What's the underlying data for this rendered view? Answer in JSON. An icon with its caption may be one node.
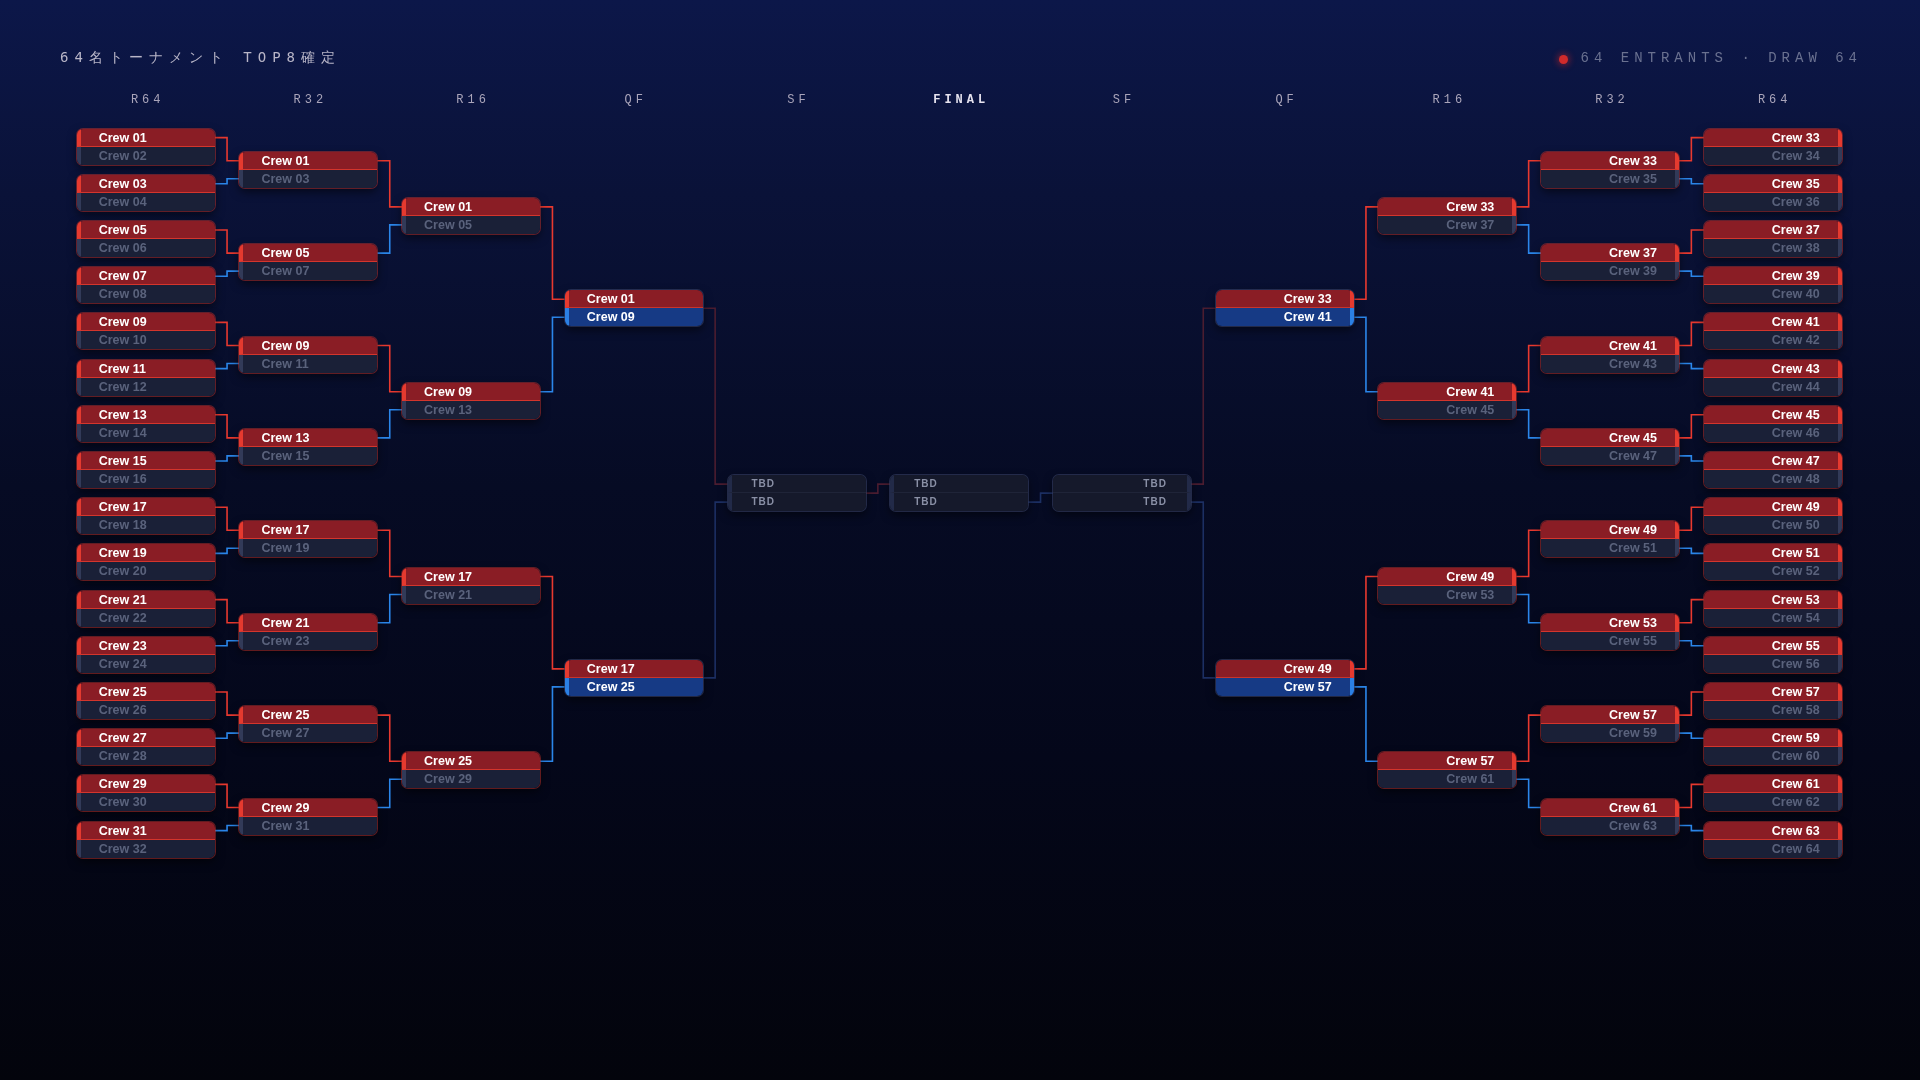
{
  "diagram": {
    "title": "64名トーナメント TOP8確定",
    "nodes": [
      {
        "text": [
          "Crew 01",
          "Crew 02"
        ]
      },
      {
        "text": [
          "Crew 03",
          "Crew 04"
        ]
      },
      {
        "text": [
          "Crew 05",
          "Crew 06"
        ]
      },
      {
        "text": [
          "Crew 07",
          "Crew 08"
        ]
      },
      {
        "text": [
          "Crew 09",
          "Crew 10"
        ]
      },
      {
        "text": [
          "Crew 11",
          "Crew 12"
        ]
      },
      {
        "text": [
          "Crew 13",
          "Crew 14"
        ]
      },
      {
        "text": [
          "Crew 15",
          "Crew 16"
        ]
      },
      {
        "text": [
          "Crew 17",
          "Crew 18"
        ]
      },
      {
        "text": [
          "Crew 19",
          "Crew 20"
        ]
      },
      {
        "text": [
          "Crew 21",
          "Crew 22"
        ]
      },
      {
        "text": [
          "Crew 23",
          "Crew 24"
        ]
      },
      {
        "text": [
          "Crew 25",
          "Crew 26"
        ]
      },
      {
        "text": [
          "Crew 27",
          "Crew 28"
        ]
      },
      {
        "text": [
          "Crew 29",
          "Crew 30"
        ]
      },
      {
        "text": [
          "Crew 31",
          "Crew 32"
        ]
      },
      {
        "text": [
          "Crew 01",
          "Crew 03"
        ]
      },
      {
        "text": [
          "Crew 05",
          "Crew 07"
        ]
      },
      {
        "text": [
          "Crew 09",
          "Crew 11"
        ]
      },
      {
        "text": [
          "Crew 13",
          "Crew 15"
        ]
      },
      {
        "text": [
          "Crew 17",
          "Crew 19"
        ]
      },
      {
        "text": [
          "Crew 21",
          "Crew 23"
        ]
      },
      {
        "text": [
          "Crew 25",
          "Crew 27"
        ]
      },
      {
        "text": [
          "Crew 29",
          "Crew 31"
        ]
      },
      {
        "text": [
          "Crew 01",
          "Crew 05"
        ]
      },
      {
        "text": [
          "Crew 09",
          "Crew 13"
        ]
      },
      {
        "text": [
          "Crew 17",
          "Crew 21"
        ]
      },
      {
        "text": [
          "Crew 25",
          "Crew 29"
        ]
      },
      {
        "text": [
          "Crew 01",
          "Crew 09"
        ]
      },
      {
        "text": [
          "Crew 17",
          "Crew 25"
        ]
      },
      {
        "text": [
          "TBD",
          "TBD"
        ]
      },
      {
        "text": [
          "TBD",
          "TBD"
        ]
      },
      {
        "text": [
          "TBD",
          "TBD"
        ]
      },
      {
        "text": [
          "Crew 33",
          "Crew 41"
        ]
      },
      {
        "text": [
          "Crew 49",
          "Crew 57"
        ]
      },
      {
        "text": [
          "Crew 33",
          "Crew 37"
        ]
      },
      {
        "text": [
          "Crew 41",
          "Crew 45"
        ]
      },
      {
        "text": [
          "Crew 49",
          "Crew 53"
        ]
      },
      {
        "text": [
          "Crew 57",
          "Crew 61"
        ]
      },
      {
        "text": [
          "Crew 33",
          "Crew 35"
        ]
      },
      {
        "text": [
          "Crew 37",
          "Crew 39"
        ]
      },
      {
        "text": [
          "Crew 41",
          "Crew 43"
        ]
      },
      {
        "text": [
          "Crew 45",
          "Crew 47"
        ]
      },
      {
        "text": [
          "Crew 49",
          "Crew 51"
        ]
      },
      {
        "text": [
          "Crew 53",
          "Crew 55"
        ]
      },
      {
        "text": [
          "Crew 57",
          "Crew 59"
        ]
      },
      {
        "text": [
          "Crew 61",
          "Crew 63"
        ]
      },
      {
        "text": [
          "Crew 33",
          "Crew 34"
        ]
      },
      {
        "text": [
          "Crew 35",
          "Crew 36"
        ]
      },
      {
        "text": [
          "Crew 37",
          "Crew 38"
        ]
      },
      {
        "text": [
          "Crew 39",
          "Crew 40"
        ]
      },
      {
        "text": [
          "Crew 41",
          "Crew 42"
        ]
      },
      {
        "text": [
          "Crew 43",
          "Crew 44"
        ]
      },
      {
        "text": [
          "Crew 45",
          "Crew 46"
        ]
      },
      {
        "text": [
          "Crew 47",
          "Crew 48"
        ]
      },
      {
        "text": [
          "Crew 49",
          "Crew 50"
        ]
      },
      {
        "text": [
          "Crew 51",
          "Crew 52"
        ]
      },
      {
        "text": [
          "Crew 53",
          "Crew 54"
        ]
      },
      {
        "text": [
          "Crew 55",
          "Crew 56"
        ]
      },
      {
        "text": [
          "Crew 57",
          "Crew 58"
        ]
      },
      {
        "text": [
          "Crew 59",
          "Crew 60"
        ]
      },
      {
        "text": [
          "Crew 61",
          "Crew 62"
        ]
      },
      {
        "text": [
          "Crew 63",
          "Crew 64"
        ]
      }
    ],
    "edges": [
      {
        "from": 0,
        "to": 16,
        "arrow": "none",
        "color": "#e8392f"
      },
      {
        "from": 1,
        "to": 16,
        "arrow": "none",
        "color": "#2b86ea"
      },
      {
        "from": 2,
        "to": 17,
        "arrow": "none",
        "color": "#e8392f"
      },
      {
        "from": 3,
        "to": 17,
        "arrow": "none",
        "color": "#2b86ea"
      },
      {
        "from": 4,
        "to": 18,
        "arrow": "none",
        "color": "#e8392f"
      },
      {
        "from": 5,
        "to": 18,
        "arrow": "none",
        "color": "#2b86ea"
      },
      {
        "from": 6,
        "to": 19,
        "arrow": "none",
        "color": "#e8392f"
      },
      {
        "from": 7,
        "to": 19,
        "arrow": "none",
        "color": "#2b86ea"
      },
      {
        "from": 8,
        "to": 20,
        "arrow": "none",
        "color": "#e8392f"
      },
      {
        "from": 9,
        "to": 20,
        "arrow": "none",
        "color": "#2b86ea"
      },
      {
        "from": 10,
        "to": 21,
        "arrow": "none",
        "color": "#e8392f"
      },
      {
        "from": 11,
        "to": 21,
        "arrow": "none",
        "color": "#2b86ea"
      },
      {
        "from": 12,
        "to": 22,
        "arrow": "none",
        "color": "#e8392f"
      },
      {
        "from": 13,
        "to": 22,
        "arrow": "none",
        "color": "#2b86ea"
      },
      {
        "from": 14,
        "to": 23,
        "arrow": "none",
        "color": "#e8392f"
      },
      {
        "from": 15,
        "to": 23,
        "arrow": "none",
        "color": "#2b86ea"
      },
      {
        "from": 16,
        "to": 24,
        "arrow": "none",
        "color": "#e8392f"
      },
      {
        "from": 17,
        "to": 24,
        "arrow": "none",
        "color": "#2b86ea"
      },
      {
        "from": 18,
        "to": 25,
        "arrow": "none",
        "color": "#e8392f"
      },
      {
        "from": 19,
        "to": 25,
        "arrow": "none",
        "color": "#2b86ea"
      },
      {
        "from": 20,
        "to": 26,
        "arrow": "none",
        "color": "#e8392f"
      },
      {
        "from": 21,
        "to": 26,
        "arrow": "none",
        "color": "#2b86ea"
      },
      {
        "from": 22,
        "to": 27,
        "arrow": "none",
        "color": "#e8392f"
      },
      {
        "from": 23,
        "to": 27,
        "arrow": "none",
        "color": "#2b86ea"
      },
      {
        "from": 24,
        "to": 28,
        "arrow": "none",
        "color": "#e8392f"
      },
      {
        "from": 25,
        "to": 28,
        "arrow": "none",
        "color": "#2b86ea"
      },
      {
        "from": 26,
        "to": 29,
        "arrow": "none",
        "color": "#e8392f"
      },
      {
        "from": 27,
        "to": 29,
        "arrow": "none",
        "color": "#2b86ea"
      },
      {
        "from": 28,
        "to": 30,
        "arrow": "none",
        "color": "#4b1d30"
      },
      {
        "from": 29,
        "to": 30,
        "arrow": "none",
        "color": "#1c2f63"
      },
      {
        "from": 30,
        "to": 31,
        "arrow": "none",
        "color": "#4b1d30"
      },
      {
        "from": 32,
        "to": 31,
        "arrow": "none",
        "color": "#1c2f63"
      },
      {
        "from": 33,
        "to": 32,
        "arrow": "none",
        "color": "#4b1d30"
      },
      {
        "from": 34,
        "to": 32,
        "arrow": "none",
        "color": "#1c2f63"
      },
      {
        "from": 35,
        "to": 33,
        "arrow": "none",
        "color": "#e8392f"
      },
      {
        "from": 36,
        "to": 33,
        "arrow": "none",
        "color": "#2b86ea"
      },
      {
        "from": 37,
        "to": 34,
        "arrow": "none",
        "color": "#e8392f"
      },
      {
        "from": 38,
        "to": 34,
        "arrow": "none",
        "color": "#2b86ea"
      },
      {
        "from": 39,
        "to": 35,
        "arrow": "none",
        "color": "#e8392f"
      },
      {
        "from": 40,
        "to": 35,
        "arrow": "none",
        "color": "#2b86ea"
      },
      {
        "from": 41,
        "to": 36,
        "arrow": "none",
        "color": "#e8392f"
      },
      {
        "from": 42,
        "to": 36,
        "arrow": "none",
        "color": "#2b86ea"
      },
      {
        "from": 43,
        "to": 37,
        "arrow": "none",
        "color": "#e8392f"
      },
      {
        "from": 44,
        "to": 37,
        "arrow": "none",
        "color": "#2b86ea"
      },
      {
        "from": 45,
        "to": 38,
        "arrow": "none",
        "color": "#e8392f"
      },
      {
        "from": 46,
        "to": 38,
        "arrow": "none",
        "color": "#2b86ea"
      },
      {
        "from": 47,
        "to": 39,
        "arrow": "none",
        "color": "#e8392f"
      },
      {
        "from": 48,
        "to": 39,
        "arrow": "none",
        "color": "#2b86ea"
      },
      {
        "from": 49,
        "to": 40,
        "arrow": "none",
        "color": "#e8392f"
      },
      {
        "from": 50,
        "to": 40,
        "arrow": "none",
        "color": "#2b86ea"
      },
      {
        "from": 51,
        "to": 41,
        "arrow": "none",
        "color": "#e8392f"
      },
      {
        "from": 52,
        "to": 41,
        "arrow": "none",
        "color": "#2b86ea"
      },
      {
        "from": 53,
        "to": 42,
        "arrow": "none",
        "color": "#e8392f"
      },
      {
        "from": 54,
        "to": 42,
        "arrow": "none",
        "color": "#2b86ea"
      },
      {
        "from": 55,
        "to": 43,
        "arrow": "none",
        "color": "#e8392f"
      },
      {
        "from": 56,
        "to": 43,
        "arrow": "none",
        "color": "#2b86ea"
      },
      {
        "from": 57,
        "to": 44,
        "arrow": "none",
        "color": "#e8392f"
      },
      {
        "from": 58,
        "to": 44,
        "arrow": "none",
        "color": "#2b86ea"
      },
      {
        "from": 59,
        "to": 45,
        "arrow": "none",
        "color": "#e8392f"
      },
      {
        "from": 60,
        "to": 45,
        "arrow": "none",
        "color": "#2b86ea"
      },
      {
        "from": 61,
        "to": 46,
        "arrow": "none",
        "color": "#e8392f"
      },
      {
        "from": 62,
        "to": 46,
        "arrow": "none",
        "color": "#2b86ea"
      }
    ],
    "labels": [
      "64 ENTRANTS · DRAW 64",
      "R64",
      "R32",
      "R16",
      "QF",
      "SF",
      "FINAL",
      "SF",
      "QF",
      "R16",
      "R32",
      "R64"
    ]
  }
}
